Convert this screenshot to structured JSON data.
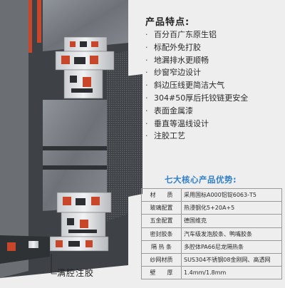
{
  "caption": "满腔注胶",
  "features": {
    "title": "产品特点:",
    "bullet": "·",
    "items": [
      "百分百广东原生铝",
      "标配外免打胶",
      "地漏排水更顺畅",
      "纱窗窄边设计",
      "斜边压线更简洁大气",
      "304#50厚后托铰链更安全",
      "表面金属漆",
      "垂直等温线设计",
      "注胶工艺"
    ]
  },
  "core": {
    "title": "七大核心产品优势:",
    "rows": [
      {
        "key": "材　　质",
        "value": "采用国标A000铝锭6063-T5"
      },
      {
        "key": "玻璃配置",
        "value": "热浸钢化5+20A+5"
      },
      {
        "key": "五金配置",
        "value": "德国维克"
      },
      {
        "key": "密封胶条",
        "value": "汽车级发泡胶条、鸭嘴胶条"
      },
      {
        "key": "隔 热 条",
        "value": "多腔体PA66尼龙隔热条"
      },
      {
        "key": "纱网材质",
        "value": "SUS304不锈钢08金刚网、高透网"
      },
      {
        "key": "壁　　厚",
        "value": "1.4mm/1.8mm"
      }
    ]
  },
  "colors": {
    "frame": "#4a4d51",
    "seal": "#c8472a",
    "title_blue": "#2f7fc9",
    "background": "#eeeeee"
  }
}
